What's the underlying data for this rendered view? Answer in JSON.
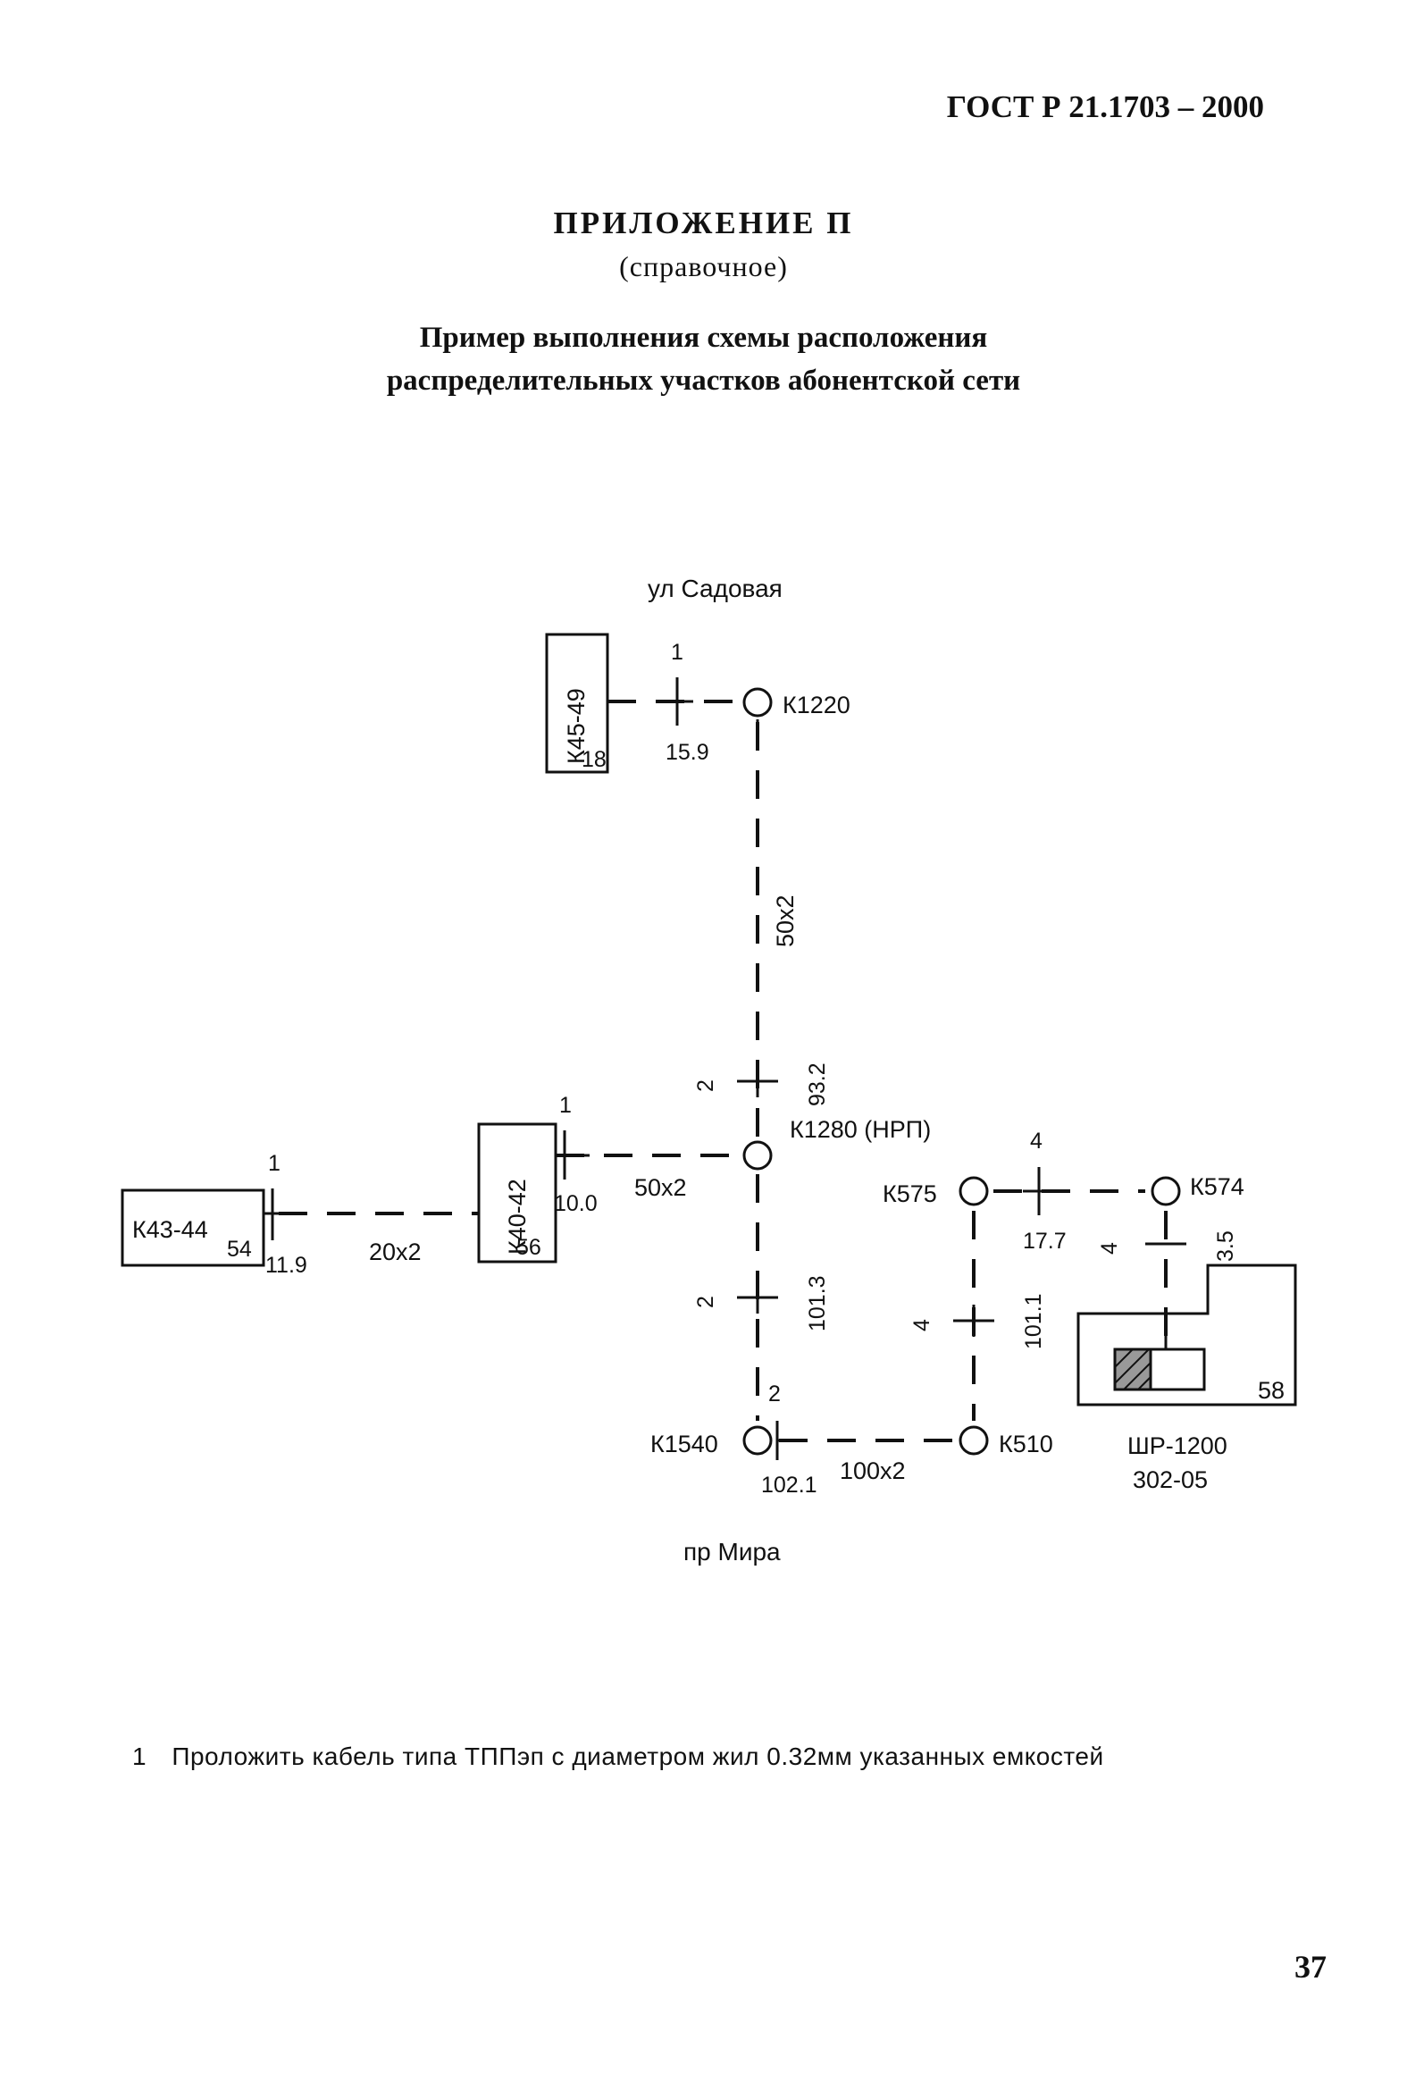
{
  "header": {
    "doc_code": "ГОСТ Р 21.1703 – 2000",
    "appendix_title": "ПРИЛОЖЕНИЕ П",
    "appendix_type": "(справочное)",
    "title_line1": "Пример выполнения схемы расположения",
    "title_line2": "распределительных участков абонентской сети"
  },
  "diagram": {
    "street_top": "ул Садовая",
    "street_bottom": "пр Мира",
    "boxes": {
      "k45_49": {
        "name": "К45-49",
        "number": "18"
      },
      "k40_42": {
        "name": "К40-42",
        "number": "56"
      },
      "k43_44": {
        "name": "К43-44",
        "number": "54"
      },
      "cabinet": {
        "number": "58",
        "label1": "ШР-1200",
        "label2": "302-05"
      }
    },
    "nodes": {
      "k1220": "К1220",
      "k1280": "К1280 (НРП)",
      "k575": "К575",
      "k574": "К574",
      "k1540": "К1540",
      "k510": "К510"
    },
    "cables": {
      "k1220_k1280": "50x2",
      "k40_k1280": "50x2",
      "k43_k40": "20x2",
      "k1540_k510": "100x2"
    },
    "marks": {
      "m1": {
        "count": "1",
        "len": "15.9"
      },
      "m2": {
        "count": "2",
        "len": "93.2"
      },
      "m3": {
        "count": "1",
        "len": "10.0"
      },
      "m4": {
        "count": "1",
        "len": "11.9"
      },
      "m5": {
        "count": "2",
        "len": "101.3"
      },
      "m6": {
        "count": "2",
        "len": "102.1"
      },
      "m7": {
        "count": "4",
        "len": "17.7"
      },
      "m8": {
        "count": "4",
        "len": "3.5"
      },
      "m9": {
        "count": "4",
        "len": "101.1"
      }
    }
  },
  "footnote": {
    "marker": "1",
    "text": "Проложить кабель типа ТППэп с диаметром жил 0.32мм указанных емкостей"
  },
  "page_number": "37"
}
